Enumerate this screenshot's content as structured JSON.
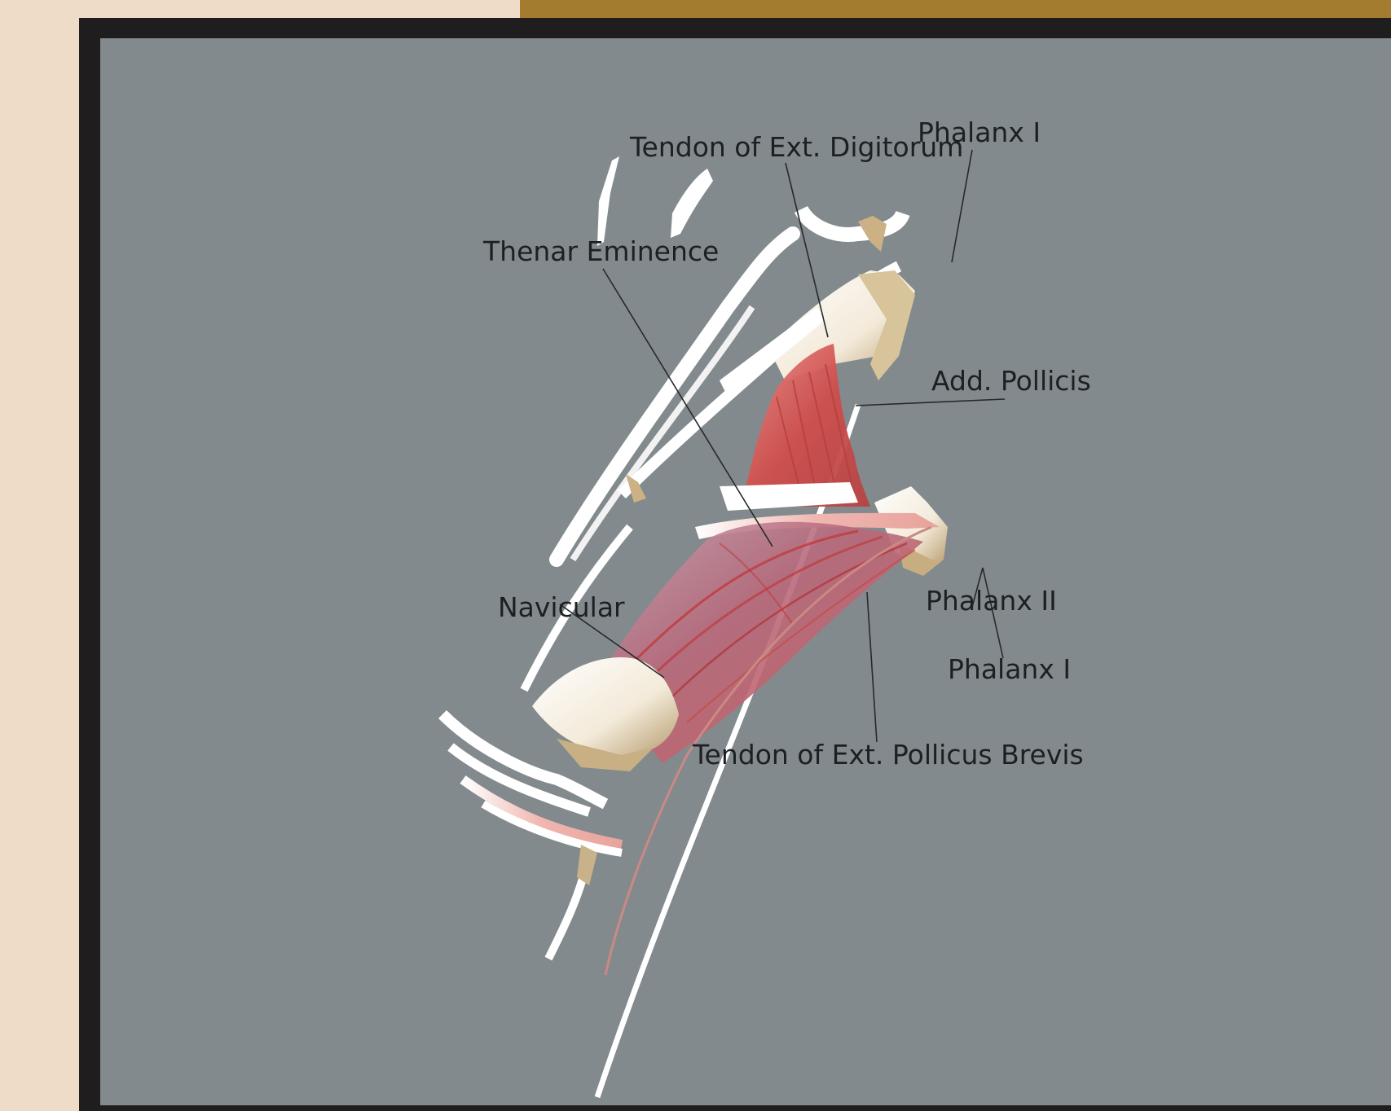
{
  "diagram": {
    "labels": {
      "tendon_ext_digitorum": "Tendon of Ext. Digitorum",
      "phalanx_i_top": "Phalanx I",
      "thenar_eminence": "Thenar Eminence",
      "add_pollicis": "Add. Pollicis",
      "navicular": "Navicular",
      "phalanx_ii": "Phalanx II",
      "phalanx_i_bottom": "Phalanx I",
      "tendon_ext_pollicus_brevis": "Tendon of Ext. Pollicus Brevis"
    }
  },
  "colors": {
    "page_background": "#efdcc8",
    "accent_bar": "#a47c2f",
    "frame": "#201d1e",
    "viewport": "#838a8d",
    "muscle": "#d9605f",
    "tendon": "#ffffff",
    "bone": "#c9b28a"
  }
}
